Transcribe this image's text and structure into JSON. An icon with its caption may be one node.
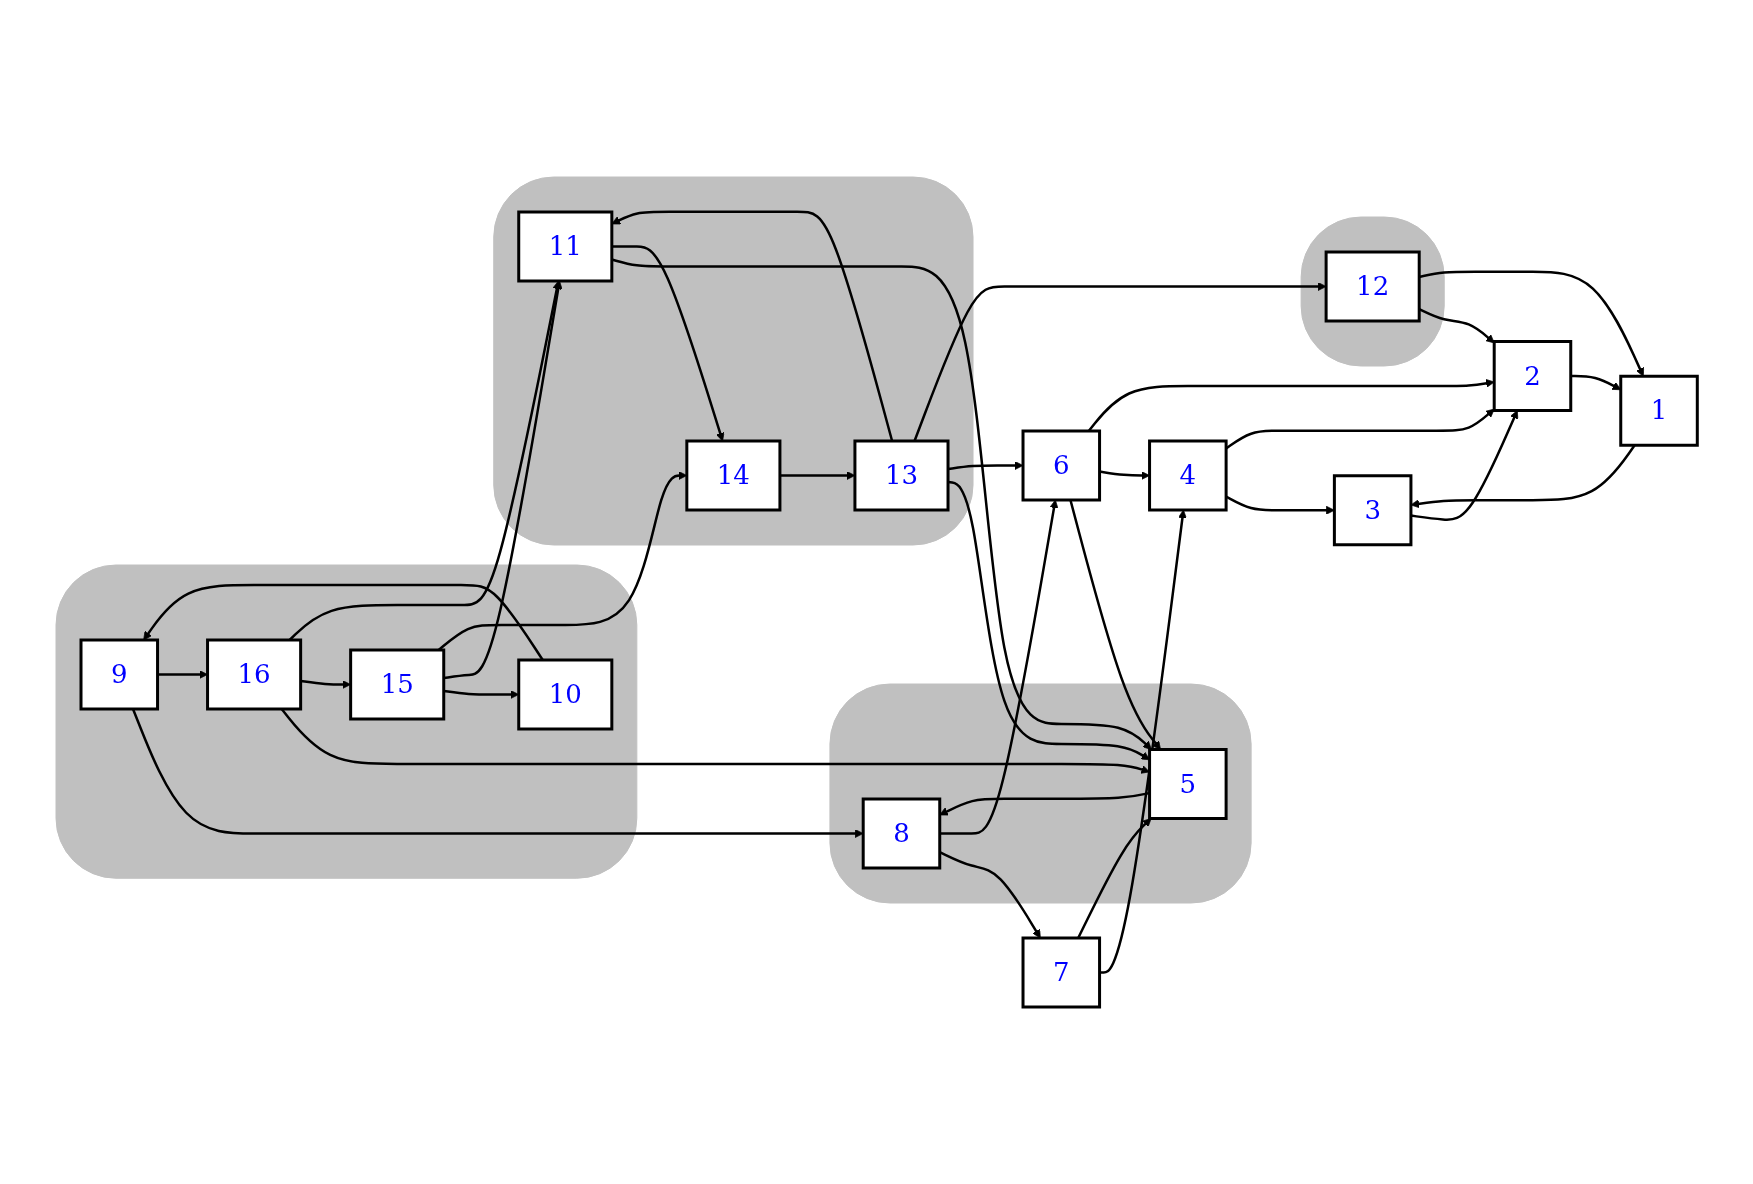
{
  "diagram": {
    "nodes": [
      {
        "text": [],
        "shape": "cloud"
      },
      {
        "text": [
          "9"
        ],
        "in": 0
      },
      {
        "text": [
          "10"
        ],
        "in": 0
      },
      {
        "text": [
          "16"
        ],
        "in": 0
      },
      {
        "text": [
          "15"
        ],
        "in": 0
      },
      {
        "text": [],
        "shape": "cloud"
      },
      {
        "text": [
          "8"
        ],
        "in": 5
      },
      {
        "text": [
          "5"
        ],
        "in": 5
      },
      {
        "text": [
          "7"
        ]
      },
      {
        "text": [
          "4"
        ]
      },
      {
        "text": [
          "3"
        ]
      },
      {
        "text": [
          "6"
        ]
      },
      {
        "text": [],
        "shape": "cloud"
      },
      {
        "text": [
          "11"
        ],
        "in": 12
      },
      {
        "text": [
          "13"
        ],
        "in": 12
      },
      {
        "text": [
          "14"
        ],
        "in": 12
      },
      {
        "text": [
          "2"
        ]
      },
      {
        "text": [
          "1"
        ]
      },
      {
        "text": [],
        "shape": "cloud"
      },
      {
        "text": [
          "12"
        ],
        "in": 18
      }
    ],
    "edges": [
      {
        "from": 1,
        "to": 6,
        "arrow": "to"
      },
      {
        "from": 2,
        "to": 1,
        "arrow": "to"
      },
      {
        "from": 1,
        "to": 3,
        "arrow": "to"
      },
      {
        "from": 6,
        "to": 8,
        "arrow": "to"
      },
      {
        "from": 6,
        "to": 11,
        "arrow": "to"
      },
      {
        "from": 7,
        "to": 6,
        "arrow": "to"
      },
      {
        "from": 8,
        "to": 9,
        "arrow": "to"
      },
      {
        "from": 8,
        "to": 7,
        "arrow": "to"
      },
      {
        "from": 3,
        "to": 7,
        "arrow": "to"
      },
      {
        "from": 3,
        "to": 4,
        "arrow": "to"
      },
      {
        "from": 3,
        "to": 13,
        "arrow": "to"
      },
      {
        "from": 4,
        "to": 2,
        "arrow": "to"
      },
      {
        "from": 4,
        "to": 13,
        "arrow": "to"
      },
      {
        "from": 4,
        "to": 15,
        "arrow": "to"
      },
      {
        "from": 13,
        "to": 7,
        "arrow": "to"
      },
      {
        "from": 13,
        "to": 15,
        "arrow": "to"
      },
      {
        "from": 14,
        "to": 13,
        "arrow": "to"
      },
      {
        "from": 15,
        "to": 14,
        "arrow": "to"
      },
      {
        "from": 14,
        "to": 7,
        "arrow": "to"
      },
      {
        "from": 14,
        "to": 11,
        "arrow": "to"
      },
      {
        "from": 14,
        "to": 19,
        "arrow": "to"
      },
      {
        "from": 11,
        "to": 7,
        "arrow": "to"
      },
      {
        "from": 11,
        "to": 9,
        "arrow": "to"
      },
      {
        "from": 11,
        "to": 16,
        "arrow": "to"
      },
      {
        "from": 9,
        "to": 10,
        "arrow": "to"
      },
      {
        "from": 9,
        "to": 16,
        "arrow": "to"
      },
      {
        "from": 10,
        "to": 16,
        "arrow": "to"
      },
      {
        "from": 16,
        "to": 17,
        "arrow": "to"
      },
      {
        "from": 19,
        "to": 16,
        "arrow": "to"
      },
      {
        "from": 19,
        "to": 17,
        "arrow": "to"
      },
      {
        "from": 17,
        "to": 10,
        "arrow": "to"
      }
    ]
  }
}
